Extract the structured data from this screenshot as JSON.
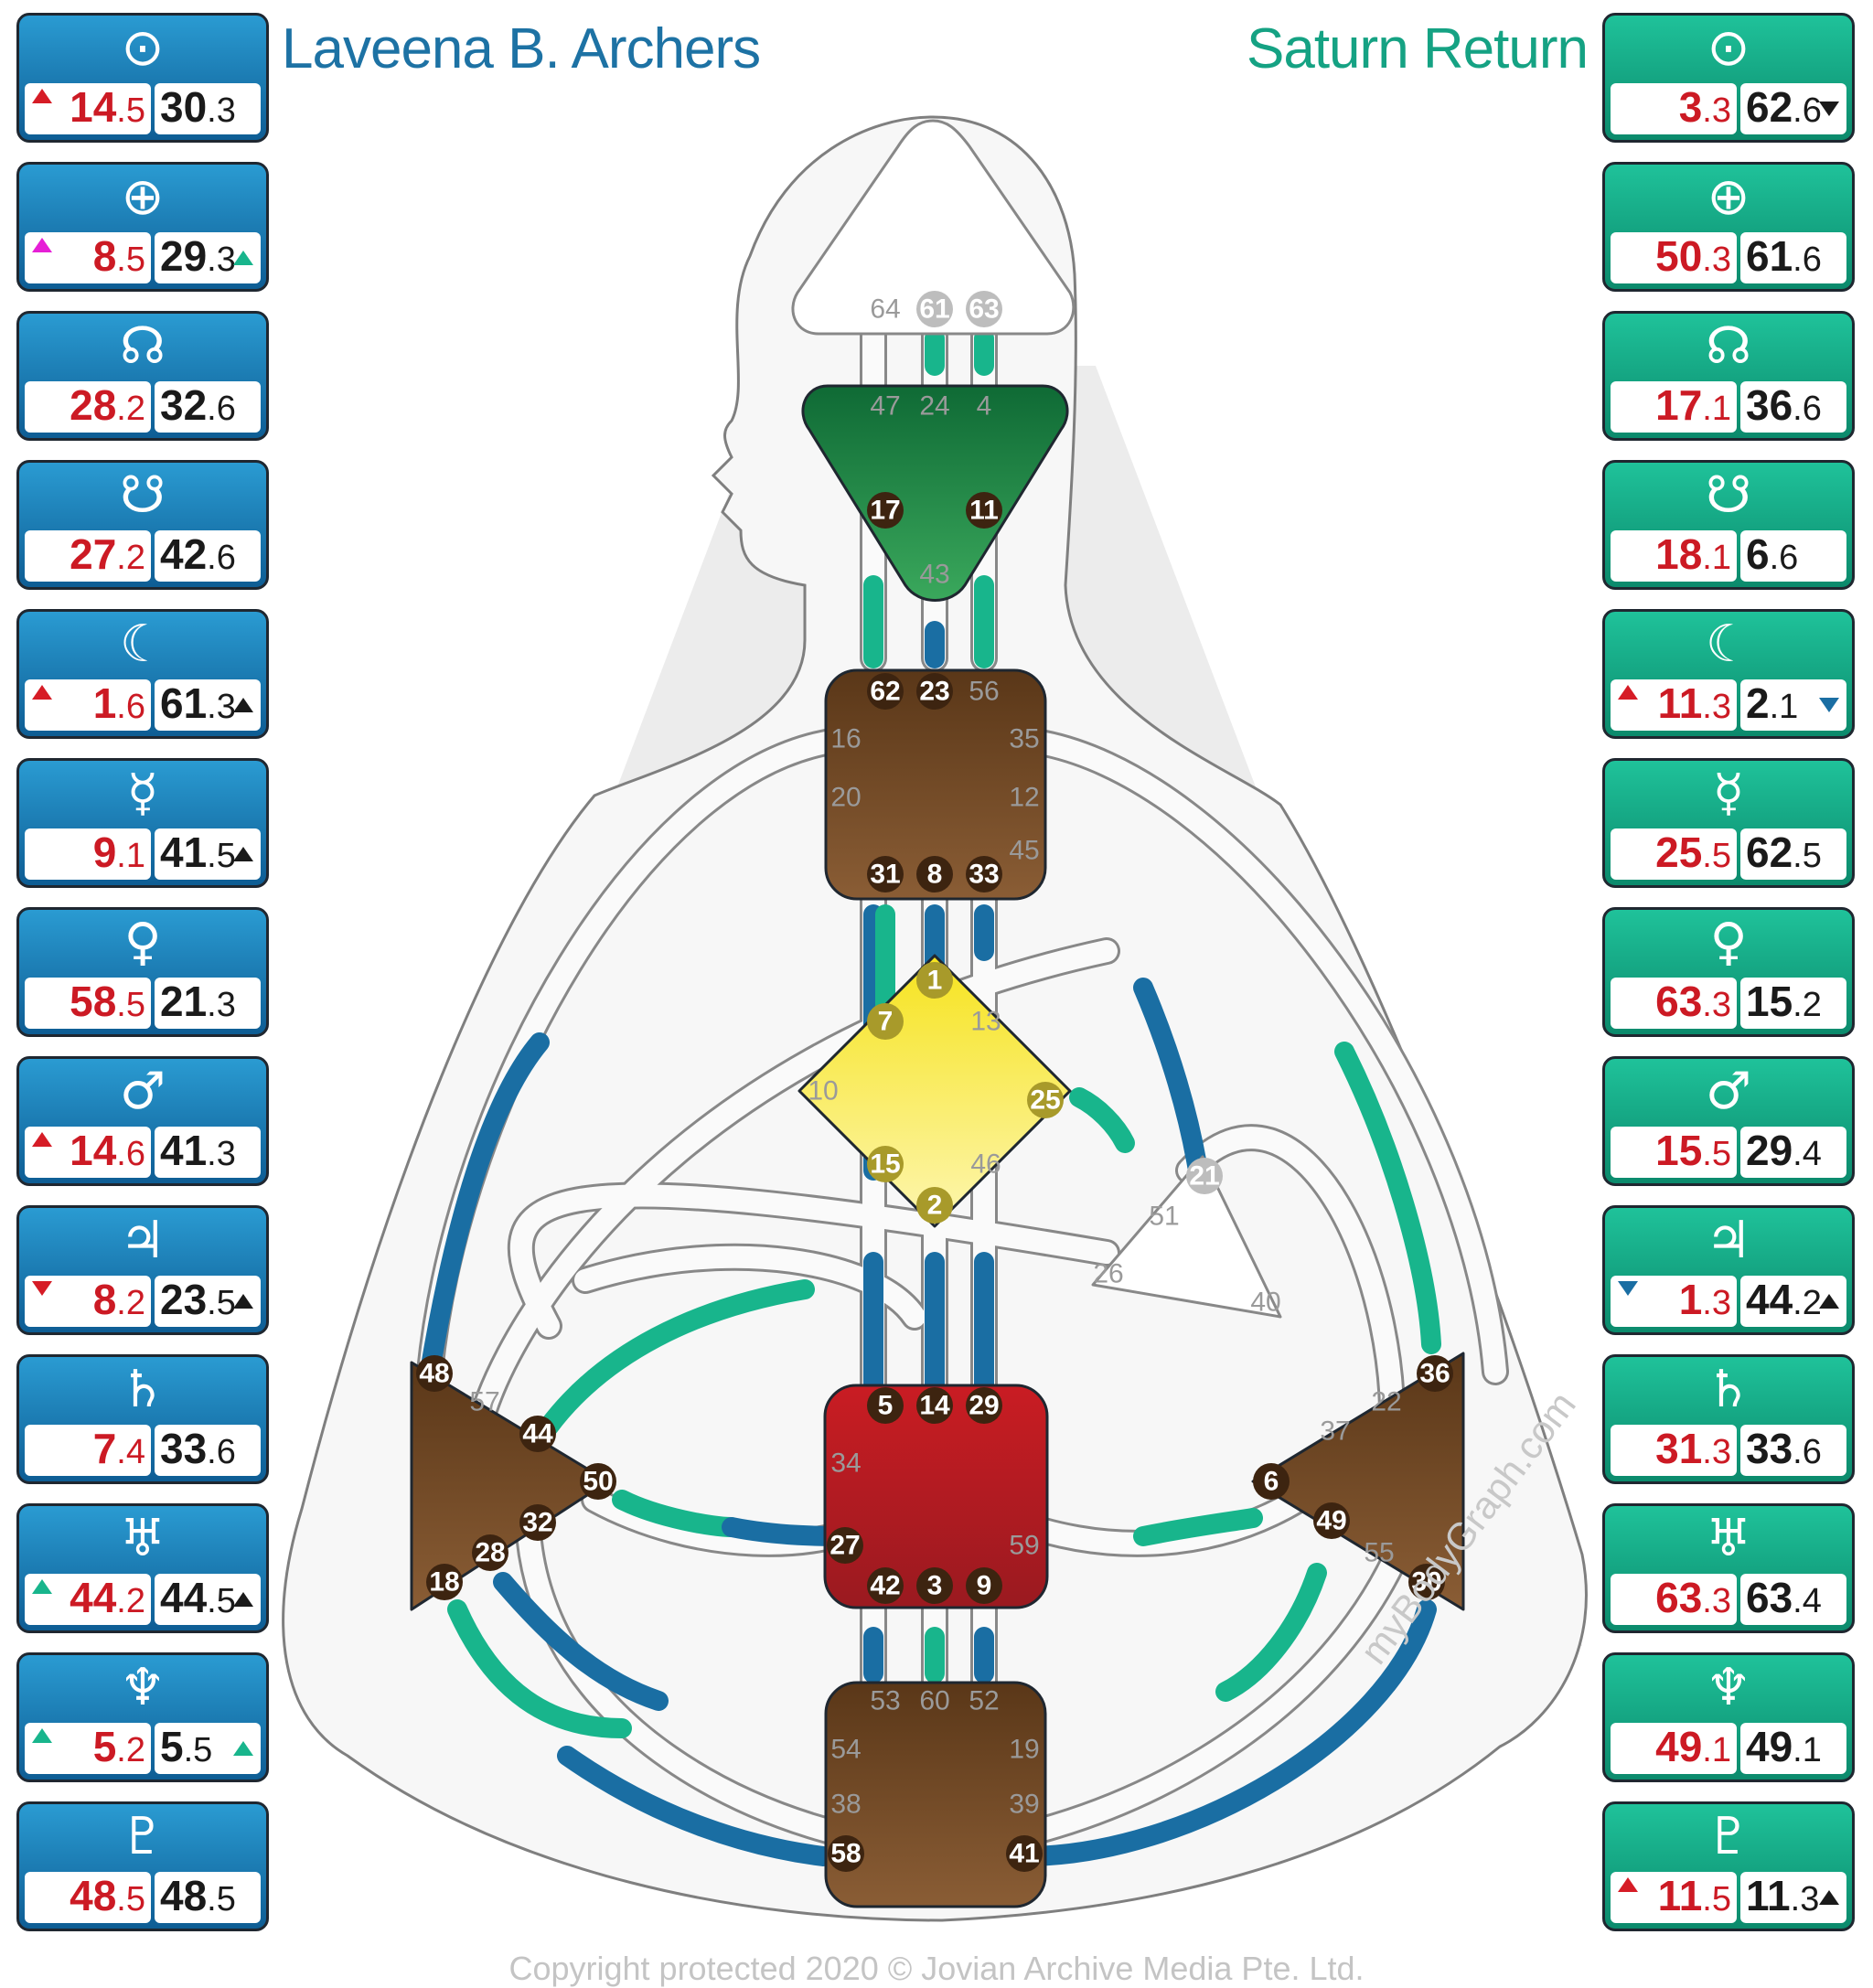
{
  "header": {
    "person_name": "Laveena B. Archers",
    "chart_type": "Saturn Return"
  },
  "footer": {
    "copyright": "Copyright protected 2020 © Jovian Archive Media Pte. Ltd.",
    "watermark": "myBodyGraph.com"
  },
  "colors": {
    "design_blue": "#1a6ea3",
    "personality_green": "#18b58c",
    "red_value": "#cc1a24"
  },
  "left_panels": [
    {
      "icon": "sun-icon",
      "symbol": "⊙",
      "d_int": "14",
      "d_dec": ".5",
      "p_int": "30",
      "p_dec": ".3",
      "arrow_l": "red-up",
      "arrow_r": ""
    },
    {
      "icon": "earth-icon",
      "symbol": "⊕",
      "d_int": "8",
      "d_dec": ".5",
      "p_int": "29",
      "p_dec": ".3",
      "arrow_l": "mag-up",
      "arrow_r": "grn-up"
    },
    {
      "icon": "north-node-icon",
      "symbol": "☊",
      "d_int": "28",
      "d_dec": ".2",
      "p_int": "32",
      "p_dec": ".6",
      "arrow_l": "",
      "arrow_r": ""
    },
    {
      "icon": "south-node-icon",
      "symbol": "☋",
      "d_int": "27",
      "d_dec": ".2",
      "p_int": "42",
      "p_dec": ".6",
      "arrow_l": "",
      "arrow_r": ""
    },
    {
      "icon": "moon-icon",
      "symbol": "☾",
      "d_int": "1",
      "d_dec": ".6",
      "p_int": "61",
      "p_dec": ".3",
      "arrow_l": "red-up",
      "arrow_r": "blk-up"
    },
    {
      "icon": "mercury-icon",
      "symbol": "☿",
      "d_int": "9",
      "d_dec": ".1",
      "p_int": "41",
      "p_dec": ".5",
      "arrow_l": "",
      "arrow_r": "blk-up"
    },
    {
      "icon": "venus-icon",
      "symbol": "♀",
      "d_int": "58",
      "d_dec": ".5",
      "p_int": "21",
      "p_dec": ".3",
      "arrow_l": "",
      "arrow_r": ""
    },
    {
      "icon": "mars-icon",
      "symbol": "♂",
      "d_int": "14",
      "d_dec": ".6",
      "p_int": "41",
      "p_dec": ".3",
      "arrow_l": "red-up",
      "arrow_r": ""
    },
    {
      "icon": "jupiter-icon",
      "symbol": "♃",
      "d_int": "8",
      "d_dec": ".2",
      "p_int": "23",
      "p_dec": ".5",
      "arrow_l": "red-down",
      "arrow_r": "blk-up"
    },
    {
      "icon": "saturn-icon",
      "symbol": "♄",
      "d_int": "7",
      "d_dec": ".4",
      "p_int": "33",
      "p_dec": ".6",
      "arrow_l": "",
      "arrow_r": ""
    },
    {
      "icon": "uranus-icon",
      "symbol": "♅",
      "d_int": "44",
      "d_dec": ".2",
      "p_int": "44",
      "p_dec": ".5",
      "arrow_l": "grn-up",
      "arrow_r": "blk-up"
    },
    {
      "icon": "neptune-icon",
      "symbol": "♆",
      "d_int": "5",
      "d_dec": ".2",
      "p_int": "5",
      "p_dec": ".5",
      "arrow_l": "grn-up",
      "arrow_r": "grn-up"
    },
    {
      "icon": "pluto-icon",
      "symbol": "♇",
      "d_int": "48",
      "d_dec": ".5",
      "p_int": "48",
      "p_dec": ".5",
      "arrow_l": "",
      "arrow_r": ""
    }
  ],
  "right_panels": [
    {
      "icon": "sun-icon",
      "symbol": "⊙",
      "d_int": "3",
      "d_dec": ".3",
      "p_int": "62",
      "p_dec": ".6",
      "arrow_l": "",
      "arrow_r": "blk-down"
    },
    {
      "icon": "earth-icon",
      "symbol": "⊕",
      "d_int": "50",
      "d_dec": ".3",
      "p_int": "61",
      "p_dec": ".6",
      "arrow_l": "",
      "arrow_r": ""
    },
    {
      "icon": "north-node-icon",
      "symbol": "☊",
      "d_int": "17",
      "d_dec": ".1",
      "p_int": "36",
      "p_dec": ".6",
      "arrow_l": "",
      "arrow_r": ""
    },
    {
      "icon": "south-node-icon",
      "symbol": "☋",
      "d_int": "18",
      "d_dec": ".1",
      "p_int": "6",
      "p_dec": ".6",
      "arrow_l": "",
      "arrow_r": ""
    },
    {
      "icon": "moon-icon",
      "symbol": "☾",
      "d_int": "11",
      "d_dec": ".3",
      "p_int": "2",
      "p_dec": ".1",
      "arrow_l": "red-up",
      "arrow_r": "blu-down"
    },
    {
      "icon": "mercury-icon",
      "symbol": "☿",
      "d_int": "25",
      "d_dec": ".5",
      "p_int": "62",
      "p_dec": ".5",
      "arrow_l": "",
      "arrow_r": ""
    },
    {
      "icon": "venus-icon",
      "symbol": "♀",
      "d_int": "63",
      "d_dec": ".3",
      "p_int": "15",
      "p_dec": ".2",
      "arrow_l": "",
      "arrow_r": ""
    },
    {
      "icon": "mars-icon",
      "symbol": "♂",
      "d_int": "15",
      "d_dec": ".5",
      "p_int": "29",
      "p_dec": ".4",
      "arrow_l": "",
      "arrow_r": ""
    },
    {
      "icon": "jupiter-icon",
      "symbol": "♃",
      "d_int": "1",
      "d_dec": ".3",
      "p_int": "44",
      "p_dec": ".2",
      "arrow_l": "blu-down",
      "arrow_r": "blk-up"
    },
    {
      "icon": "saturn-icon",
      "symbol": "♄",
      "d_int": "31",
      "d_dec": ".3",
      "p_int": "33",
      "p_dec": ".6",
      "arrow_l": "",
      "arrow_r": ""
    },
    {
      "icon": "uranus-icon",
      "symbol": "♅",
      "d_int": "63",
      "d_dec": ".3",
      "p_int": "63",
      "p_dec": ".4",
      "arrow_l": "",
      "arrow_r": ""
    },
    {
      "icon": "neptune-icon",
      "symbol": "♆",
      "d_int": "49",
      "d_dec": ".1",
      "p_int": "49",
      "p_dec": ".1",
      "arrow_l": "",
      "arrow_r": ""
    },
    {
      "icon": "pluto-icon",
      "symbol": "♇",
      "d_int": "11",
      "d_dec": ".5",
      "p_int": "11",
      "p_dec": ".3",
      "arrow_l": "red-up",
      "arrow_r": "blk-up"
    }
  ],
  "centers": [
    {
      "name": "head",
      "fill": "#ffffff",
      "defined": false,
      "gates": [
        "64",
        "61",
        "63"
      ]
    },
    {
      "name": "ajna",
      "fill": "#1e8a45",
      "defined": true,
      "gates": [
        "47",
        "24",
        "4",
        "17",
        "11",
        "43"
      ]
    },
    {
      "name": "throat",
      "fill": "#6b4420",
      "defined": true,
      "gates": [
        "62",
        "23",
        "56",
        "16",
        "35",
        "20",
        "12",
        "45",
        "31",
        "8",
        "33"
      ]
    },
    {
      "name": "g-center",
      "fill": "#f4e43a",
      "defined": true,
      "gates": [
        "1",
        "7",
        "13",
        "10",
        "25",
        "15",
        "46",
        "2"
      ]
    },
    {
      "name": "ego",
      "fill": "#ffffff",
      "defined": false,
      "gates": [
        "21",
        "51",
        "26",
        "40"
      ]
    },
    {
      "name": "spleen",
      "fill": "#6b4420",
      "defined": true,
      "gates": [
        "48",
        "57",
        "44",
        "50",
        "32",
        "28",
        "18"
      ]
    },
    {
      "name": "sacral",
      "fill": "#b01c22",
      "defined": true,
      "gates": [
        "5",
        "14",
        "29",
        "34",
        "27",
        "59",
        "42",
        "3",
        "9"
      ]
    },
    {
      "name": "solar-plexus",
      "fill": "#6b4420",
      "defined": true,
      "gates": [
        "36",
        "22",
        "37",
        "6",
        "49",
        "55",
        "30"
      ]
    },
    {
      "name": "root",
      "fill": "#6b4420",
      "defined": true,
      "gates": [
        "53",
        "60",
        "52",
        "54",
        "19",
        "38",
        "39",
        "58",
        "41"
      ]
    }
  ]
}
